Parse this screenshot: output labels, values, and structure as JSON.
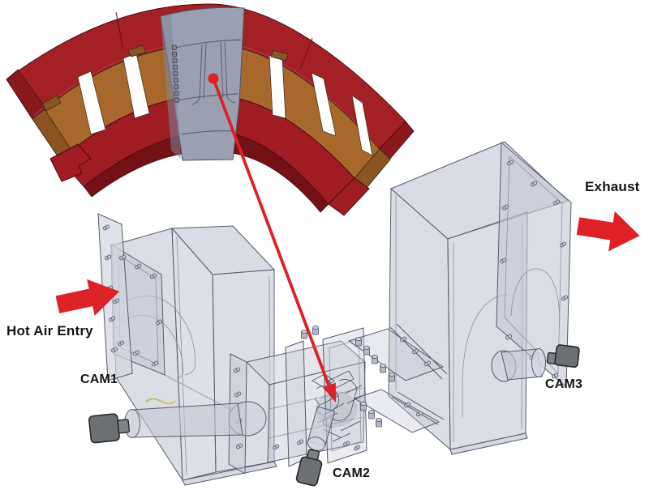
{
  "diagram": {
    "labels": {
      "hot_air_entry": "Hot Air Entry",
      "exhaust": "Exhaust",
      "cam1": "CAM1",
      "cam2": "CAM2",
      "cam3": "CAM3"
    },
    "icons": {
      "cam1": "camera-icon",
      "cam2": "camera-icon",
      "cam3": "camera-icon",
      "hot_air_entry_arrow": "block-arrow-right-icon",
      "exhaust_arrow": "block-arrow-right-icon",
      "callout": "leader-line-arrow-icon"
    },
    "colors": {
      "background": "#ffffff",
      "label_text": "#141414",
      "callout_red": "#de2127",
      "band_red": "#a32025",
      "band_red_dark": "#8a191d",
      "inner_band_red": "#9e1c22",
      "band_maroon": "#731117",
      "platform_brown": "#a8682c",
      "platform_brown_dark": "#8a5423",
      "segment_gray": "#9aa0b2",
      "duct_fill": "#c3c7d4",
      "duct_fill_light": "#d3d6e0",
      "duct_fill_dark": "#b9bdcc",
      "duct_edge": "#565b6b",
      "inner_edge": "#8b90a0",
      "camera_body": "#6d7073",
      "camera_snout": "#7f8285",
      "camera_outline": "#26272b",
      "wire_yellow": "#c9b33d"
    }
  }
}
